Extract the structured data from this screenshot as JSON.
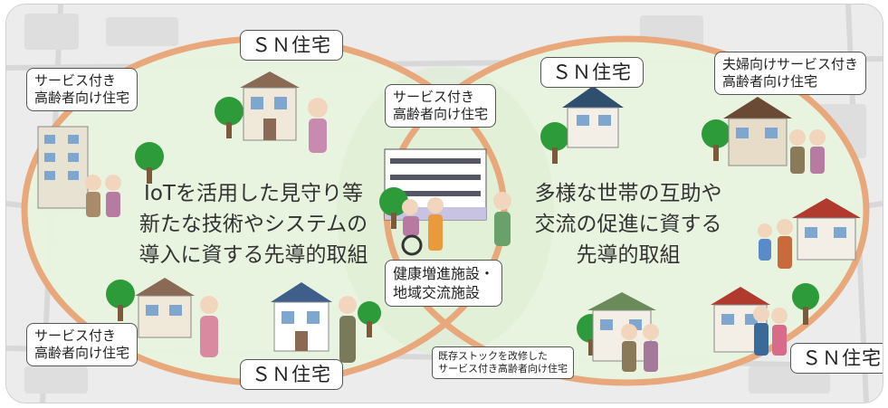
{
  "labels": {
    "sn_top_left": "ＳＮ住宅",
    "sn_top_right": "ＳＮ住宅",
    "sn_bottom_center": "ＳＮ住宅",
    "sn_bottom_right": "ＳＮ住宅",
    "service_top_left": [
      "サービス付き",
      "高齢者向け住宅"
    ],
    "service_center": [
      "サービス付き",
      "高齢者向け住宅"
    ],
    "service_bottom_left": [
      "サービス付き",
      "高齢者向け住宅"
    ],
    "couple_service": [
      "夫婦向けサービス付き",
      "高齢者向け住宅"
    ],
    "health_facility": [
      "健康増進施設・",
      "地域交流施設"
    ],
    "renovated_stock": [
      "既存ストックを改修した",
      "サービス付き高齢者向け住宅"
    ]
  },
  "left_zone_text": [
    "IoTを活用した見守り等",
    "新たな技術やシステムの",
    "導入に資する先導的取組"
  ],
  "right_zone_text": [
    "多様な世帯の互助や",
    "交流の促進に資する",
    "先導的取組"
  ],
  "colors": {
    "ring": "#e8a87c",
    "zone_fill": "#e9f4df",
    "tree": "#2e9b3a",
    "background": "#eeeeee"
  }
}
